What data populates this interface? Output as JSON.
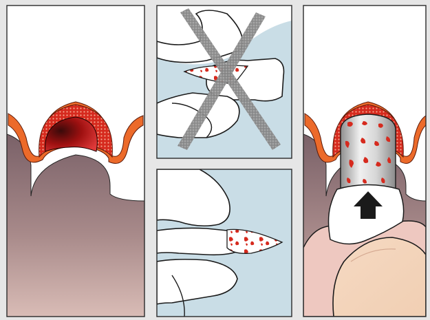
{
  "figure": {
    "panels": [
      {
        "name": "left",
        "content": "cross-section-blocked"
      },
      {
        "name": "top-middle",
        "content": "wrong-technique",
        "marked": "crossed-out"
      },
      {
        "name": "bottom-middle",
        "content": "correct-technique"
      },
      {
        "name": "right",
        "content": "cross-section-with-device"
      }
    ],
    "icons": [
      "cross-mark-icon",
      "up-arrow-icon"
    ],
    "colors": {
      "background": "#e6e6e6",
      "panel_border": "#2a2a2a",
      "blue_background": "#c9dde6",
      "red_tissue": "#d62a1e",
      "orange_rim": "#ec6a2a",
      "skin_top": "#7a6168",
      "skin_bottom": "#d9bcb6",
      "gray_pencil": "#8c8c8c",
      "arrow": "#1a1a1a"
    }
  }
}
